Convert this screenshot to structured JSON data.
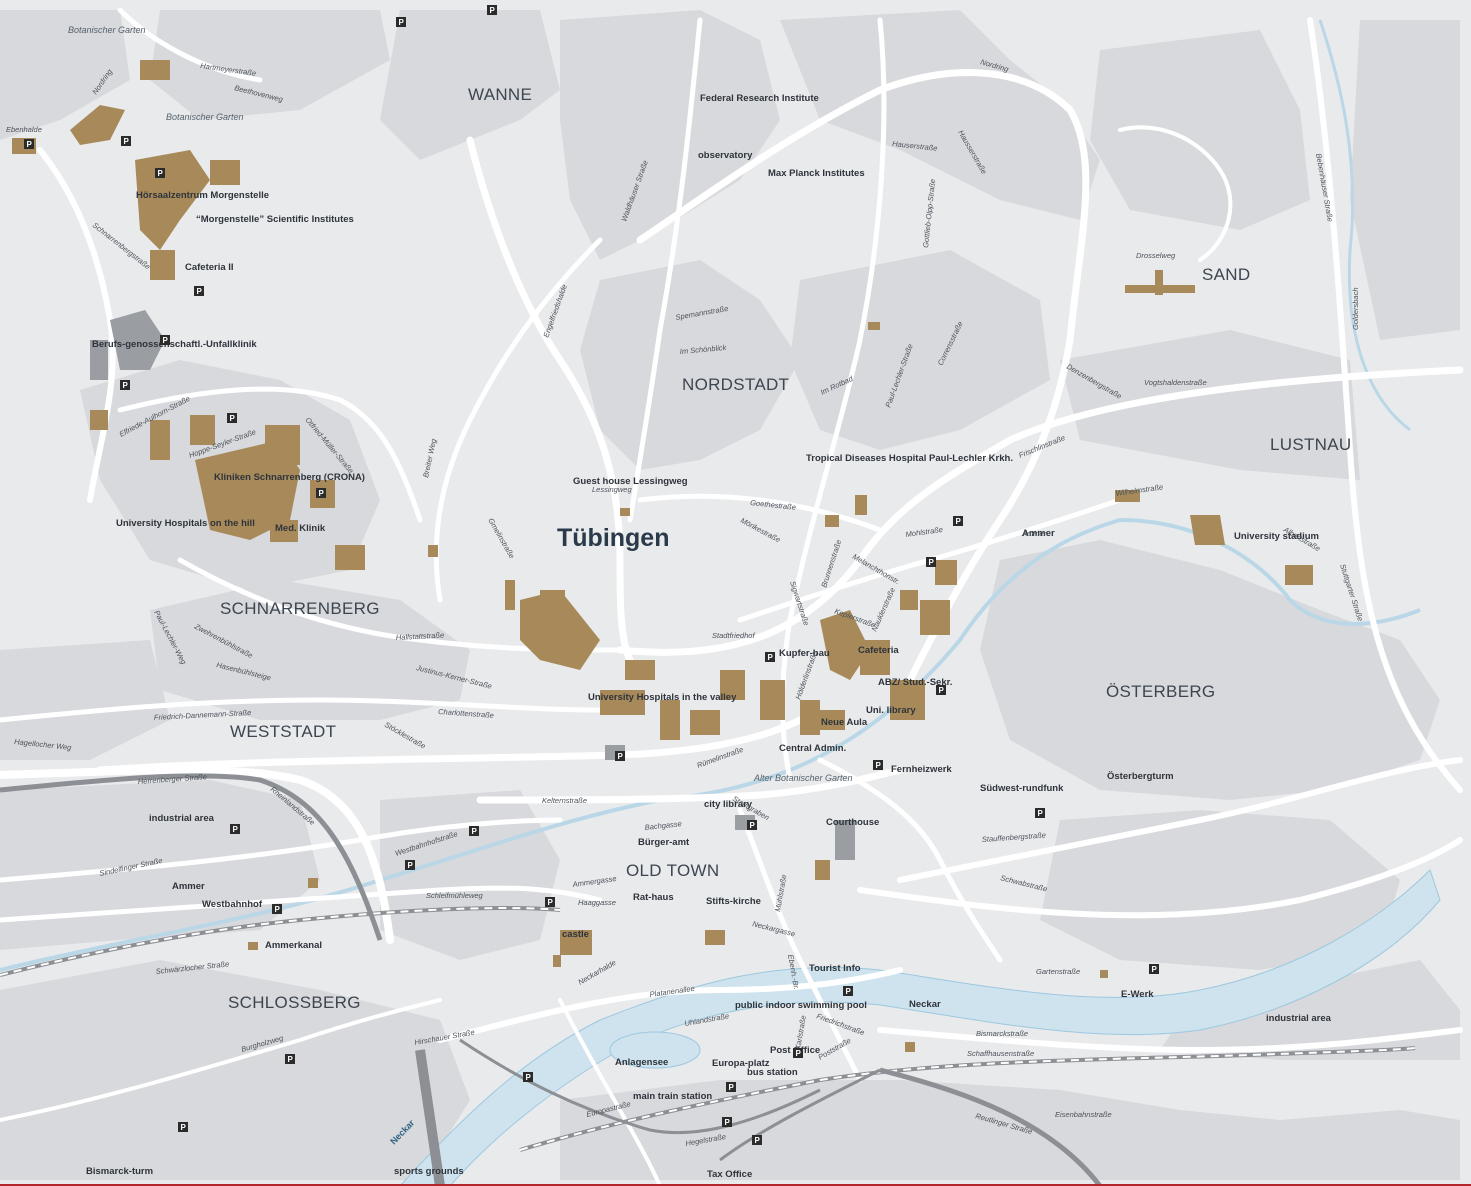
{
  "map": {
    "city": "Tübingen",
    "parking_symbol": "P",
    "colors": {
      "background": "#e9eaec",
      "block": "#d8d9dc",
      "road": "#ffffff",
      "building": "#a88a5a",
      "water": "#cfe3ee",
      "river_stroke": "#9cc8df",
      "rail": "#8c8f94",
      "dark_building": "#9a9da2"
    },
    "districts": [
      "WANNE",
      "NORDSTADT",
      "SAND",
      "LUSTNAU",
      "SCHNARRENBERG",
      "WESTSTADT",
      "ÖSTERBERG",
      "OLD TOWN",
      "SCHLOSSBERG"
    ],
    "points_of_interest": [
      "Federal Research Institute",
      "observatory",
      "Max Planck Institutes",
      "Hörsaalzentrum Morgenstelle",
      "“Morgenstelle” Scientific Institutes",
      "Cafeteria II",
      "Berufs-genossenschaftl.-Unfallklinik",
      "Kliniken Schnarrenberg (CRONA)",
      "Med. Klinik",
      "University Hospitals on the hill",
      "Tropical Diseases Hospital Paul-Lechler Krkh.",
      "Guest house Lessingweg",
      "University stadium",
      "Kupfer-bau",
      "Cafeteria",
      "ABZ/ Stud.-Sekr.",
      "Uni. library",
      "Neue Aula",
      "Central Admin.",
      "University Hospitals in the valley",
      "Fernheizwerk",
      "Südwest-rundfunk",
      "Österbergturm",
      "industrial area",
      "Ammer",
      "Westbahnhof",
      "Ammerkanal",
      "city library",
      "Bürger-amt",
      "Rat-haus",
      "Stifts-kirche",
      "castle",
      "Courthouse",
      "Tourist Info",
      "E-Werk",
      "Neckar",
      "public indoor swimming pool",
      "Post Office",
      "bus station",
      "Anlagensee",
      "Europa-platz",
      "main train station",
      "Tax Office",
      "sports grounds",
      "Bismarck-turm",
      "Ammer"
    ],
    "parks": [
      "Botanischer Garten",
      "Botanischer Garten",
      "Alter Botanischer Garten"
    ],
    "streets": [
      "Hartmeyerstraße",
      "Beethovenweg",
      "Nordring",
      "Ebenhalde",
      "Schnarrenbergstraße",
      "Elfriede-Aulhorn-Straße",
      "Hoppe-Seyler-Straße",
      "Otfried-Müller-Straße",
      "Waldhäuser Straße",
      "Engelfriedshalde",
      "Spemannstraße",
      "Im Schönblick",
      "Im Rotbad",
      "Gmelinstraße",
      "Breiter Weg",
      "Wilhelmstraße",
      "Mohlstraße",
      "Goethestraße",
      "Mörikestraße",
      "Keplerstraße",
      "Hölderlinstraße",
      "Rümelinstraße",
      "Kelternstraße",
      "Herrenberger Straße",
      "Rheinlandstraße",
      "Westbahnhofstraße",
      "Schleifmühleweg",
      "Sindelfinger Straße",
      "Schwärzlocher Straße",
      "Hirschauer Straße",
      "Platanenallee",
      "Uhlandstraße",
      "Europastraße",
      "Friedrichstraße",
      "Poststraße",
      "Karlstraße",
      "Gartenstraße",
      "Bismarckstraße",
      "Schaffhausenstraße",
      "Reutlinger Straße",
      "Hegelstraße",
      "Eisenbahnstraße",
      "Stauffenbergstraße",
      "Schwabstraße",
      "Stadtgraben",
      "Mühlstraße",
      "Neckarhalde",
      "Burgholzweg",
      "Hagellocher Weg",
      "Stöcklestraße",
      "Charlottenstraße",
      "Justinus-Kerner-Straße",
      "Hallstattstraße",
      "Zwehrenbühlstraße",
      "Hasenbühlsteige",
      "Paul-Lechler-Weg",
      "Frischlinstraße",
      "Denzenbergstraße",
      "Vogtshaldenstraße",
      "Drosselweg",
      "Goldersbach",
      "Stuttgarter Straße",
      "Albertstraße",
      "Nordring",
      "Bebenhäuser Straße",
      "Stadtfriedhof",
      "Nauklerstraße",
      "Melanchthonstr.",
      "Sigwartstraße",
      "Brunnenstraße",
      "Ammer",
      "Lessingweg",
      "Hauserstraße",
      "Hausserstraße",
      "Corrensstraße",
      "Gottlieb-Olpp-Straße",
      "Paul-Lechler-Straße",
      "Friedrich-Dannemann-Straße",
      "Ebenh.-Br.",
      "Bachgasse",
      "Ammergasse",
      "Haaggasse",
      "Neckargasse"
    ]
  }
}
